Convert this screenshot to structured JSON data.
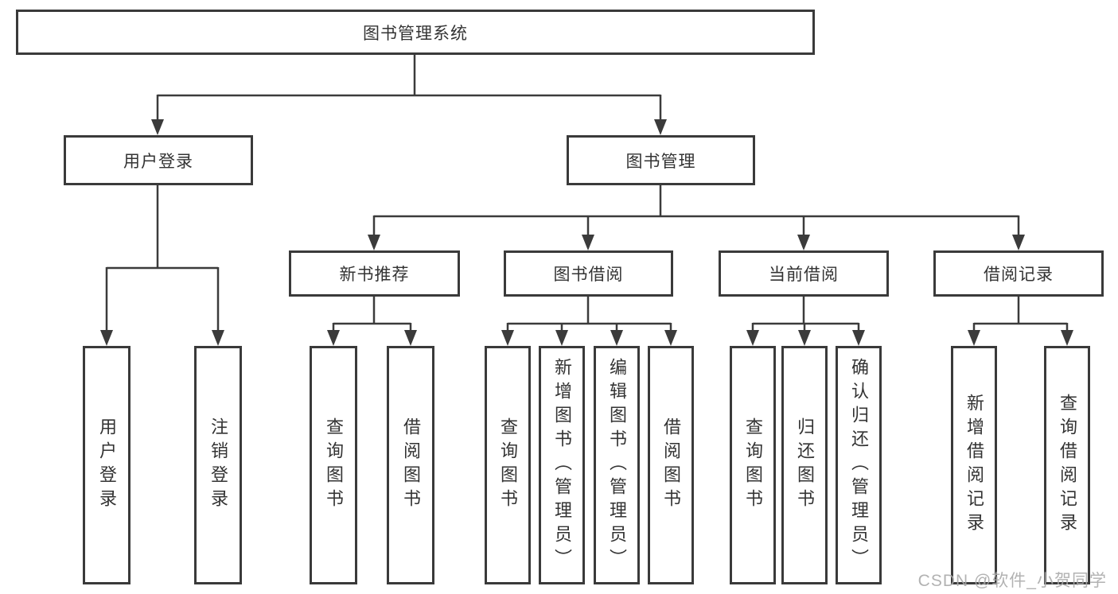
{
  "tree": {
    "label": "图书管理系统",
    "children": [
      {
        "label": "用户登录",
        "children": [
          {
            "label": "用户登录"
          },
          {
            "label": "注销登录"
          }
        ]
      },
      {
        "label": "图书管理",
        "children": [
          {
            "label": "新书推荐",
            "children": [
              {
                "label": "查询图书"
              },
              {
                "label": "借阅图书"
              }
            ]
          },
          {
            "label": "图书借阅",
            "children": [
              {
                "label": "查询图书"
              },
              {
                "label": "新增图书（管理员）"
              },
              {
                "label": "编辑图书（管理员）"
              },
              {
                "label": "借阅图书"
              }
            ]
          },
          {
            "label": "当前借阅",
            "children": [
              {
                "label": "查询图书"
              },
              {
                "label": "归还图书"
              },
              {
                "label": "确认归还（管理员）"
              }
            ]
          },
          {
            "label": "借阅记录",
            "children": [
              {
                "label": "新增借阅记录"
              },
              {
                "label": "查询借阅记录"
              }
            ]
          }
        ]
      }
    ]
  },
  "watermark": "CSDN @软件_小贺同学",
  "colors": {
    "background": "#ffffff",
    "box_border": "#3a3a3a",
    "connector": "#3b3b3b",
    "text": "#333333",
    "watermark": "#aaaaaa"
  }
}
